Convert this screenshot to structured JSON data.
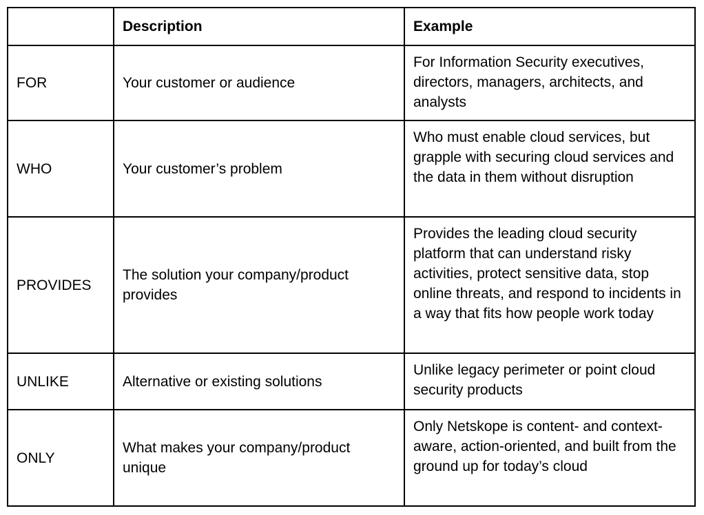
{
  "table": {
    "headers": [
      "",
      "Description",
      "Example"
    ],
    "rows": [
      {
        "label": "FOR",
        "description": "Your customer or audience",
        "example": "For Information Security executives, directors, managers, architects, and analysts"
      },
      {
        "label": "WHO",
        "description": "Your customer’s problem",
        "example": "Who must enable cloud services, but grapple with securing cloud services and the data in them without disruption"
      },
      {
        "label": "PROVIDES",
        "description": "The solution your company/product provides",
        "example": "Provides the leading cloud security platform that can understand risky activities, protect sensitive data, stop online threats, and respond to incidents in a way that fits how people work today"
      },
      {
        "label": "UNLIKE",
        "description": "Alternative or existing solutions",
        "example": "Unlike legacy perimeter or point cloud security products"
      },
      {
        "label": "ONLY",
        "description": "What makes your company/product unique",
        "example": "Only Netskope is content- and context-aware, action-oriented, and built from the ground up for today’s cloud"
      }
    ]
  }
}
